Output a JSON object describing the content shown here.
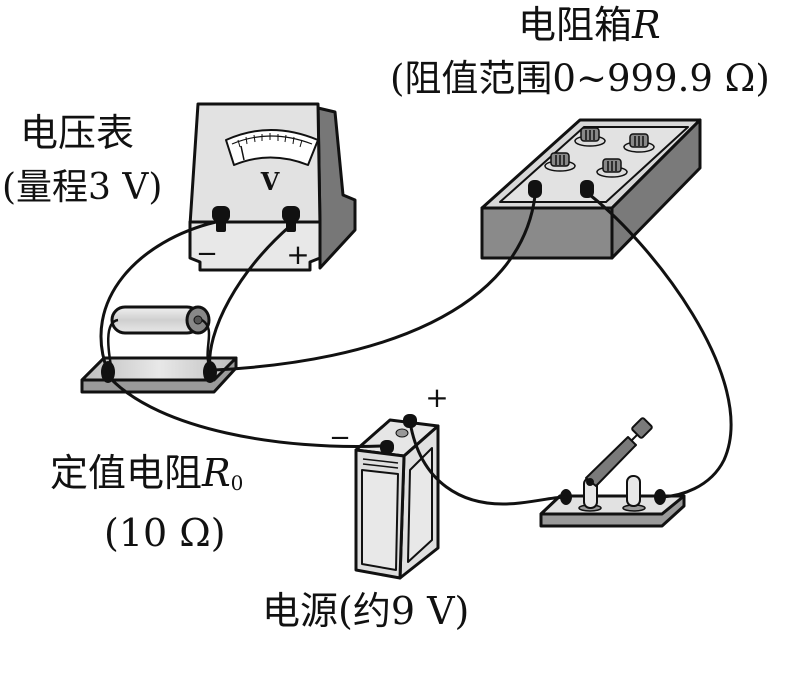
{
  "labels": {
    "voltmeter": {
      "name": "电压表",
      "range": "(量程3 V)",
      "dial_symbol": "V",
      "minus": "−",
      "plus": "+"
    },
    "resistance_box": {
      "name": "电阻箱",
      "symbol": "R",
      "range": "(阻值范围0~999.9 Ω)"
    },
    "fixed_resistor": {
      "name": "定值电阻",
      "symbol": "R",
      "subscript": "0",
      "value": "(10 Ω)"
    },
    "power_supply": {
      "name": "电源(约9 V)",
      "minus": "−",
      "plus": "+"
    }
  },
  "components": [
    "voltmeter",
    "resistance-box",
    "fixed-resistor",
    "power-supply",
    "switch"
  ],
  "colors": {
    "dark_gray": "#6e6e6e",
    "mid_gray": "#9a9a9a",
    "light_gray": "#e2e2e2",
    "stroke": "#111111"
  }
}
